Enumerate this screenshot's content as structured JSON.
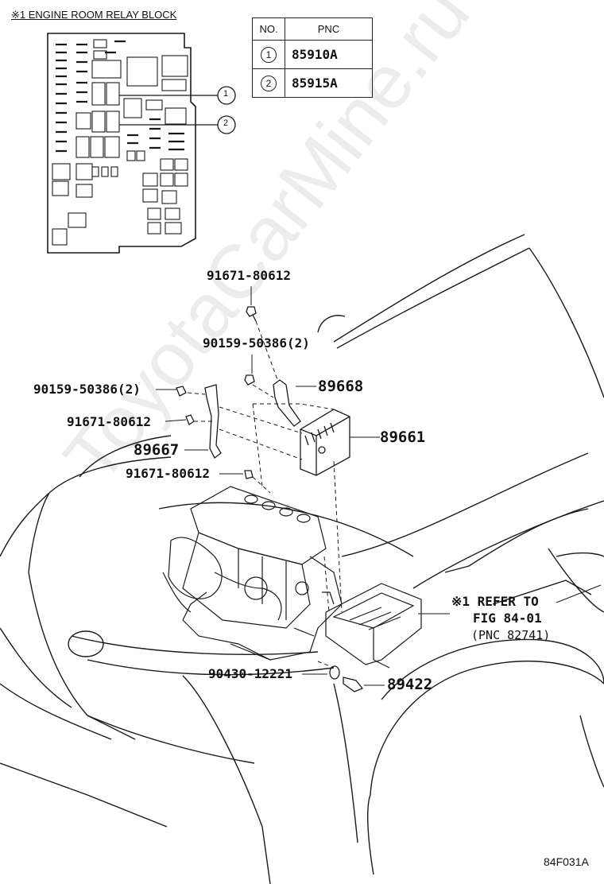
{
  "relay_block": {
    "title": "※1  ENGINE ROOM RELAY BLOCK",
    "callout_1": "1",
    "callout_2": "2"
  },
  "pnc_table": {
    "headers": [
      "NO.",
      "PNC"
    ],
    "rows": [
      {
        "no": "1",
        "pnc": "85910A"
      },
      {
        "no": "2",
        "pnc": "85915A"
      }
    ]
  },
  "part_labels": {
    "p91671_top": "91671-80612",
    "p90159_top": "90159-50386(2)",
    "p90159_left": "90159-50386(2)",
    "p89668": "89668",
    "p91671_mid": "91671-80612",
    "p89661": "89661",
    "p89667": "89667",
    "p91671_low": "91671-80612",
    "refer_line1": "※1 REFER TO",
    "refer_line2": "FIG 84-01",
    "refer_line3": "(PNC 82741)",
    "p90430": "90430-12221",
    "p89422": "89422"
  },
  "figure_code": "84F031A",
  "watermark": "ToyotaCarMine.ru",
  "colors": {
    "ink": "#111111",
    "paper": "#ffffff"
  }
}
